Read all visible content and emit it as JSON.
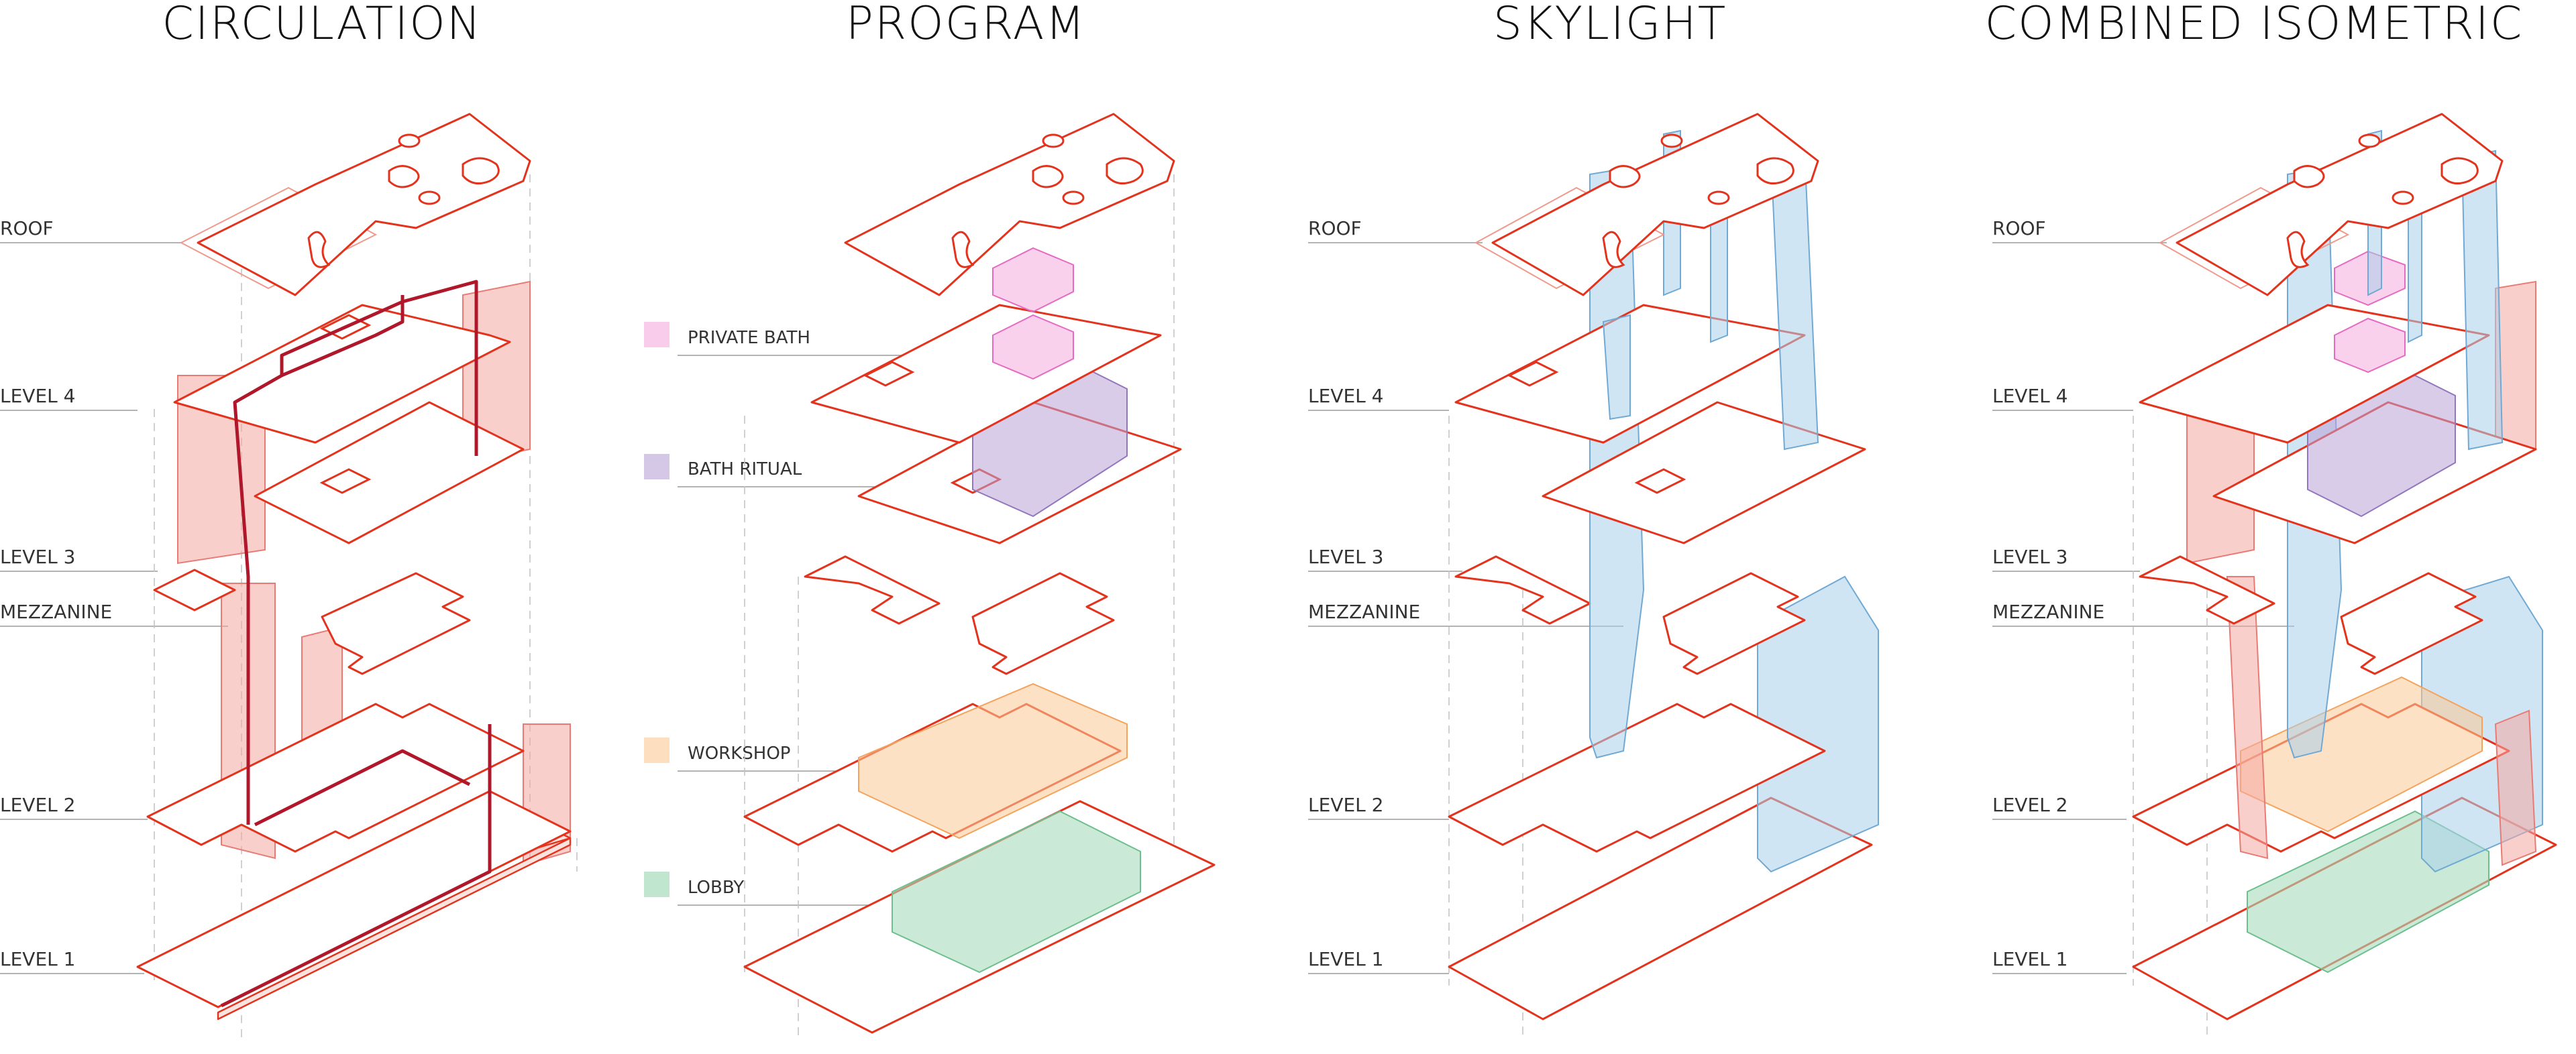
{
  "panels": [
    {
      "id": "circulation",
      "title": "CIRCULATION"
    },
    {
      "id": "program",
      "title": "PROGRAM"
    },
    {
      "id": "skylight",
      "title": "SKYLIGHT"
    },
    {
      "id": "combined",
      "title": "COMBINED ISOMETRIC"
    }
  ],
  "levels": {
    "roof": "ROOF",
    "level4": "LEVEL 4",
    "level3": "LEVEL 3",
    "mezzanine": "MEZZANINE",
    "level2": "LEVEL 2",
    "level1": "LEVEL 1"
  },
  "program_legend": [
    {
      "label": "PRIVATE BATH",
      "color": "#f39ad8"
    },
    {
      "label": "BATH RITUAL",
      "color": "#b9a3d6"
    },
    {
      "label": "WORKSHOP",
      "color": "#fbc894"
    },
    {
      "label": "LOBBY",
      "color": "#a7dcbc"
    }
  ],
  "colors": {
    "slab_outline": "#e3331d",
    "circulation_path": "#b0172a",
    "circulation_volume": "#f4a7a3",
    "skylight": "#a9cfe9"
  }
}
